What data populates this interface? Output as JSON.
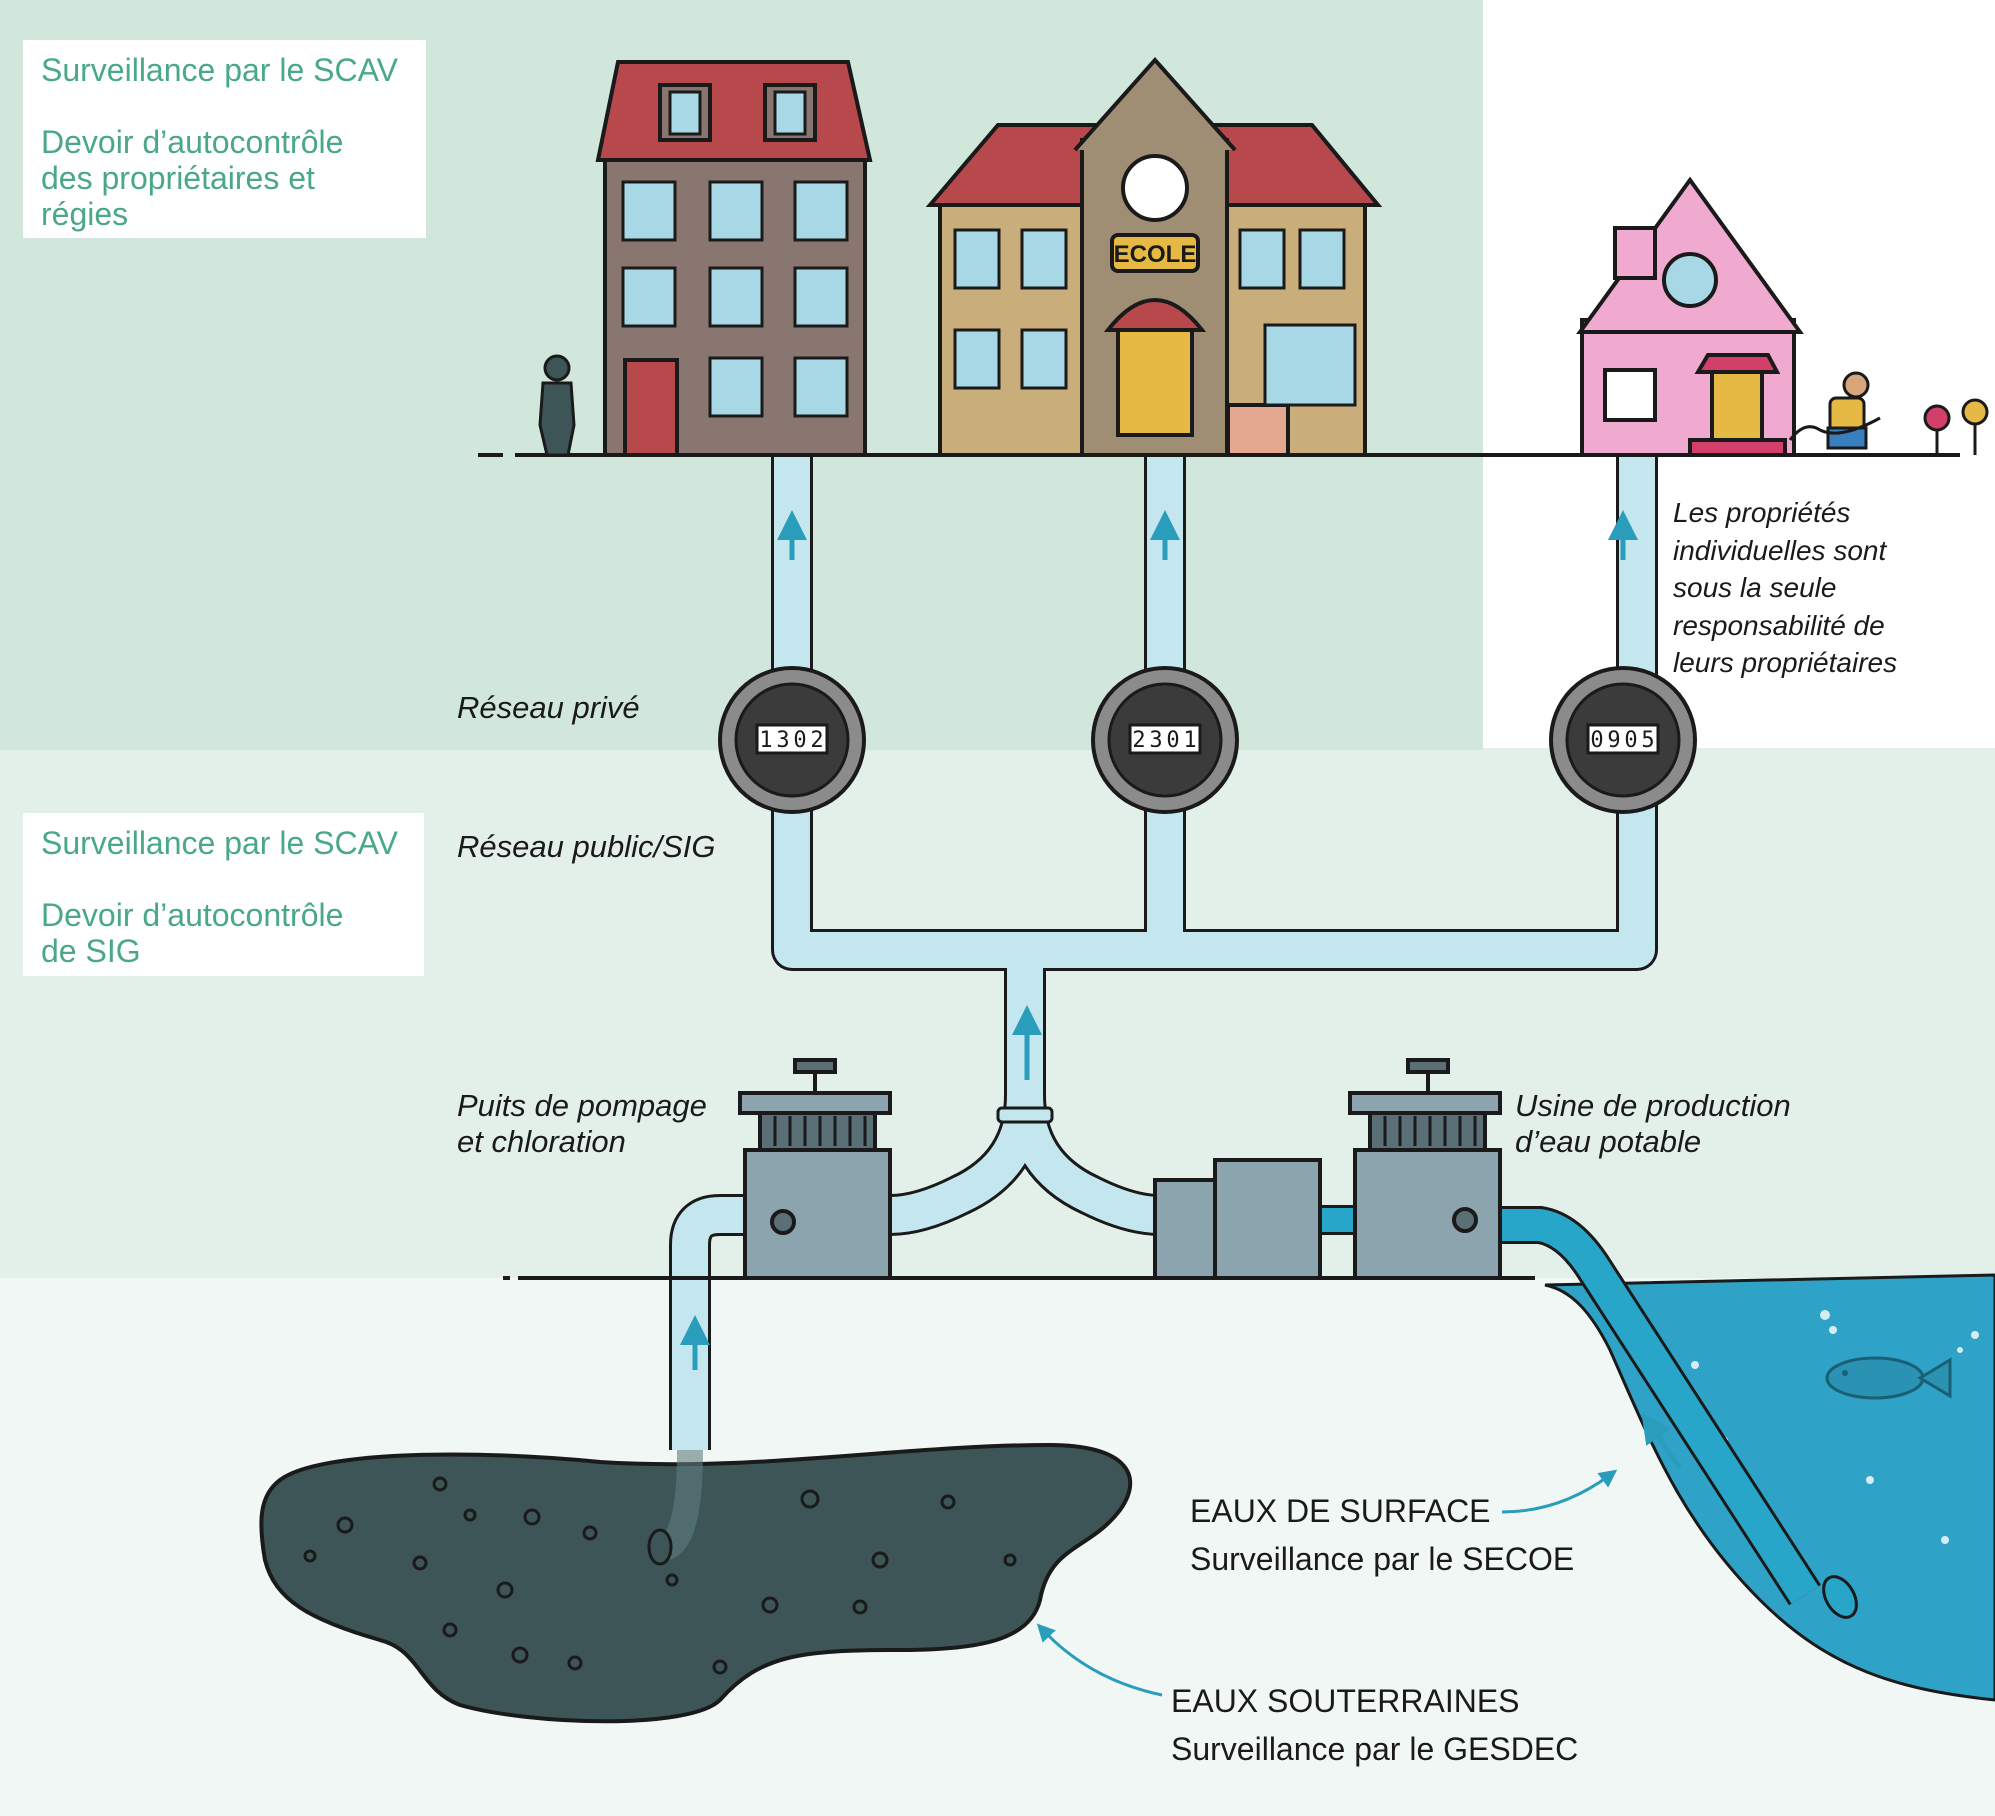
{
  "panels": {
    "private_zone": {
      "monitor": "Surveillance par le SCAV",
      "duty": "Devoir d’autocontrôle des propriétaires et régies",
      "duty_lines": [
        "Devoir d’autocontrôle",
        "des propriétaires et",
        "régies"
      ]
    },
    "public_zone": {
      "monitor": "Surveillance par le SCAV",
      "duty": "Devoir d’autocontrôle de SIG",
      "duty_lines": [
        "Devoir d’autocontrôle",
        "de SIG"
      ]
    }
  },
  "labels": {
    "private_network": "Réseau privé",
    "public_network": "Réseau public/SIG",
    "individual_properties": "Les propriétés individuelles sont sous la seule responsabilité de leurs propriétaires",
    "individual_properties_lines": [
      "Les propriétés",
      "individuelles sont",
      "sous la seule",
      "responsabilité de",
      "leurs propriétaires"
    ],
    "pumping_well": "Puits de pompage et chloration",
    "pumping_well_lines": [
      "Puits de pompage",
      "et chloration"
    ],
    "treatment_plant": "Usine de production d’eau potable",
    "treatment_plant_lines": [
      "Usine de production",
      "d’eau potable"
    ],
    "surface_water_title": "EAUX DE SURFACE",
    "surface_water_monitor": "Surveillance par le SECOE",
    "groundwater_title": "EAUX SOUTERRAINES",
    "groundwater_monitor": "Surveillance par le GESDEC"
  },
  "buildings": {
    "school_sign": "ECOLE"
  },
  "meters": [
    {
      "digits": [
        "1",
        "3",
        "0",
        "2"
      ]
    },
    {
      "digits": [
        "2",
        "3",
        "0",
        "1"
      ]
    },
    {
      "digits": [
        "0",
        "9",
        "0",
        "5"
      ]
    }
  ],
  "colors": {
    "private_zone_bg": "#d2e7dc",
    "public_zone_bg": "#e3f0ea",
    "ground_zone_bg": "#f1f7f4",
    "label_green": "#4aa88a",
    "pipe_fill": "#c4e6ef",
    "arrow_blue": "#2a9dbd",
    "lake_blue": "#2fa3c7",
    "aquifer": "#3d5557"
  }
}
